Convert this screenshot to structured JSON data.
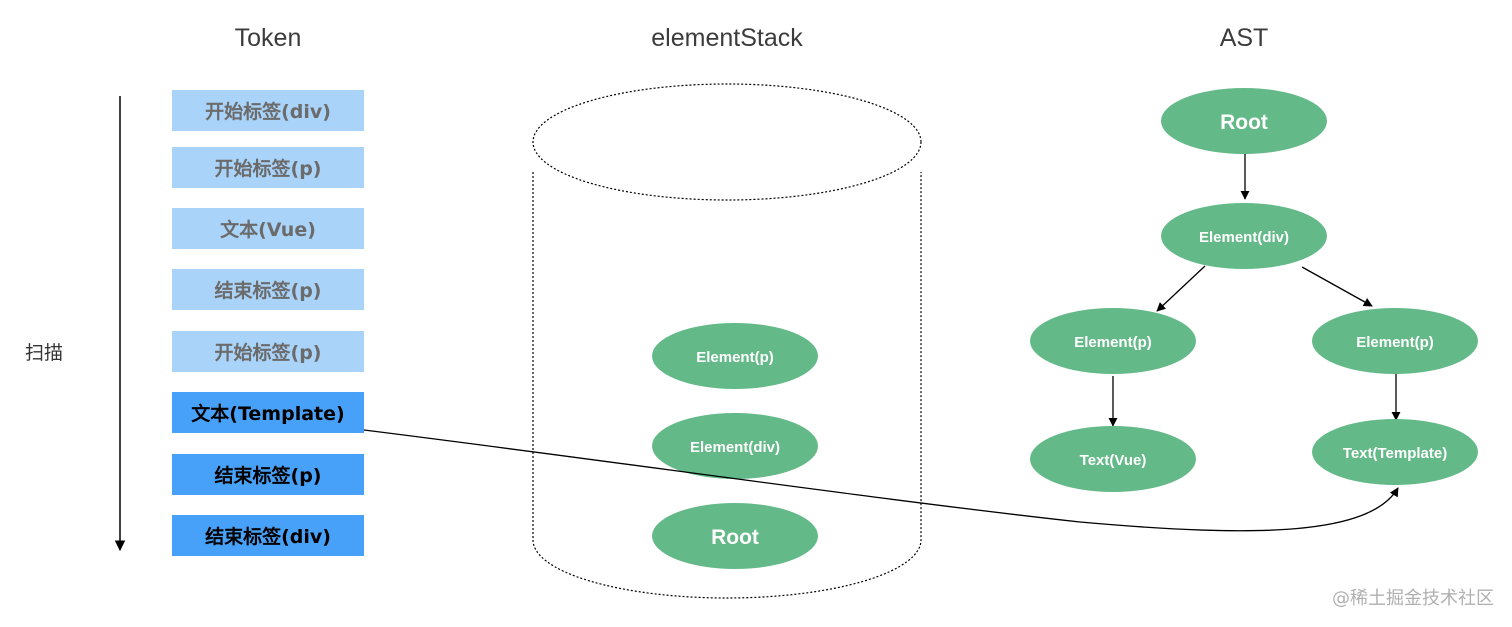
{
  "titles": {
    "token": "Token",
    "stack": "elementStack",
    "ast": "AST"
  },
  "scan_label": "扫描",
  "tokens": [
    {
      "label": "开始标签(div)",
      "state": "processed"
    },
    {
      "label": "开始标签(p)",
      "state": "processed"
    },
    {
      "label": "文本(Vue)",
      "state": "processed"
    },
    {
      "label": "结束标签(p)",
      "state": "processed"
    },
    {
      "label": "开始标签(p)",
      "state": "processed"
    },
    {
      "label": "文本(Template)",
      "state": "current"
    },
    {
      "label": "结束标签(p)",
      "state": "pending"
    },
    {
      "label": "结束标签(div)",
      "state": "pending"
    }
  ],
  "stack_items": [
    "Element(p)",
    "Element(div)",
    "Root"
  ],
  "ast_nodes": {
    "root": "Root",
    "div": "Element(div)",
    "p1": "Element(p)",
    "p2": "Element(p)",
    "text1": "Text(Vue)",
    "text2": "Text(Template)"
  },
  "watermark": "@稀土掘金技术社区",
  "colors": {
    "token_processed": "#a9d3f9",
    "token_active": "#48a1f8",
    "node_green": "#64b988",
    "line": "#000000"
  }
}
